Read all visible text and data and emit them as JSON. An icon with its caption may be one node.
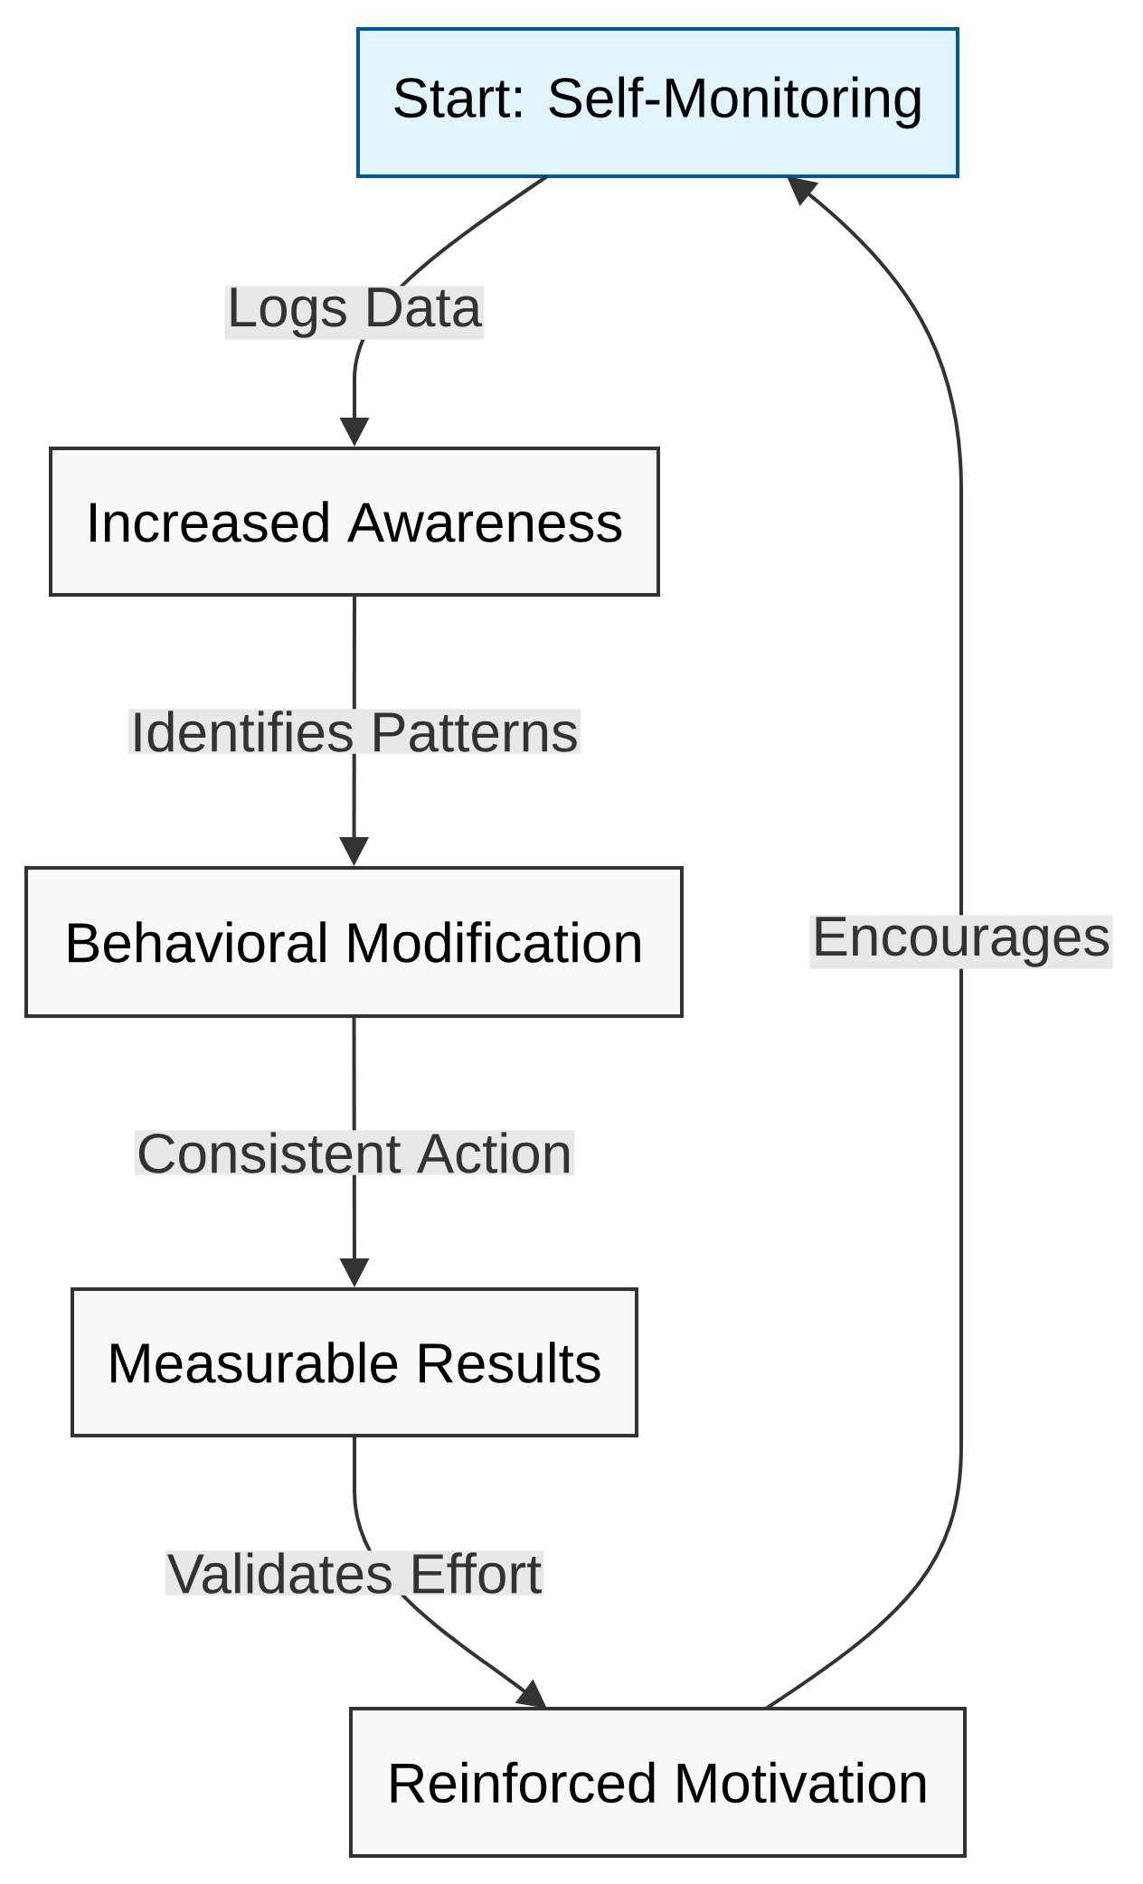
{
  "diagram": {
    "nodes": [
      {
        "text": [
          "Start: Self-Monitoring"
        ]
      },
      {
        "text": [
          "Increased Awareness"
        ]
      },
      {
        "text": [
          "Behavioral Modification"
        ]
      },
      {
        "text": [
          "Measurable Results"
        ]
      },
      {
        "text": [
          "Reinforced Motivation"
        ]
      }
    ],
    "edges": [
      {
        "from": 0,
        "to": 1,
        "arrow": "to",
        "label": "Logs Data"
      },
      {
        "from": 1,
        "to": 2,
        "arrow": "to",
        "label": "Identifies Patterns"
      },
      {
        "from": 2,
        "to": 3,
        "arrow": "to",
        "label": "Consistent Action"
      },
      {
        "from": 3,
        "to": 4,
        "arrow": "to",
        "label": "Validates Effort"
      },
      {
        "from": 4,
        "to": 0,
        "arrow": "to",
        "label": "Encourages"
      }
    ]
  }
}
